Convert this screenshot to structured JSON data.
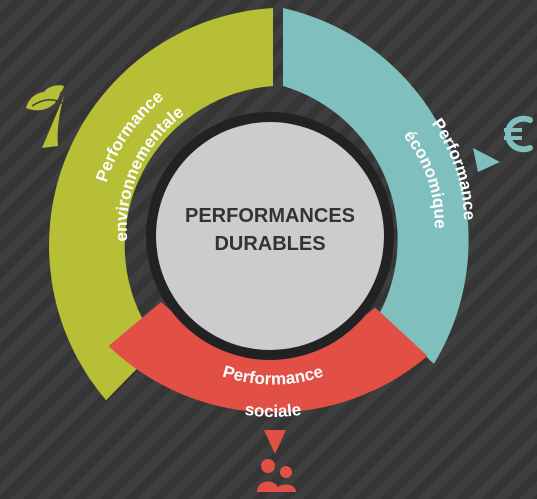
{
  "center": {
    "line1": "PERFORMANCES",
    "line2": "DURABLES"
  },
  "segments": {
    "environmental": {
      "line1": "Performance",
      "line2": "environnementale",
      "color": "#b6bf35",
      "icon": "leaf-icon"
    },
    "economic": {
      "line1": "Performance",
      "line2": "économique",
      "color": "#7fbfbd",
      "icon": "euro-icon"
    },
    "social": {
      "line1": "Performance",
      "line2": "sociale",
      "color": "#e24f45",
      "icon": "people-icon"
    }
  },
  "colors": {
    "background": "#3b3b3b",
    "center_disc": "#cccccc",
    "center_text": "#333333"
  }
}
